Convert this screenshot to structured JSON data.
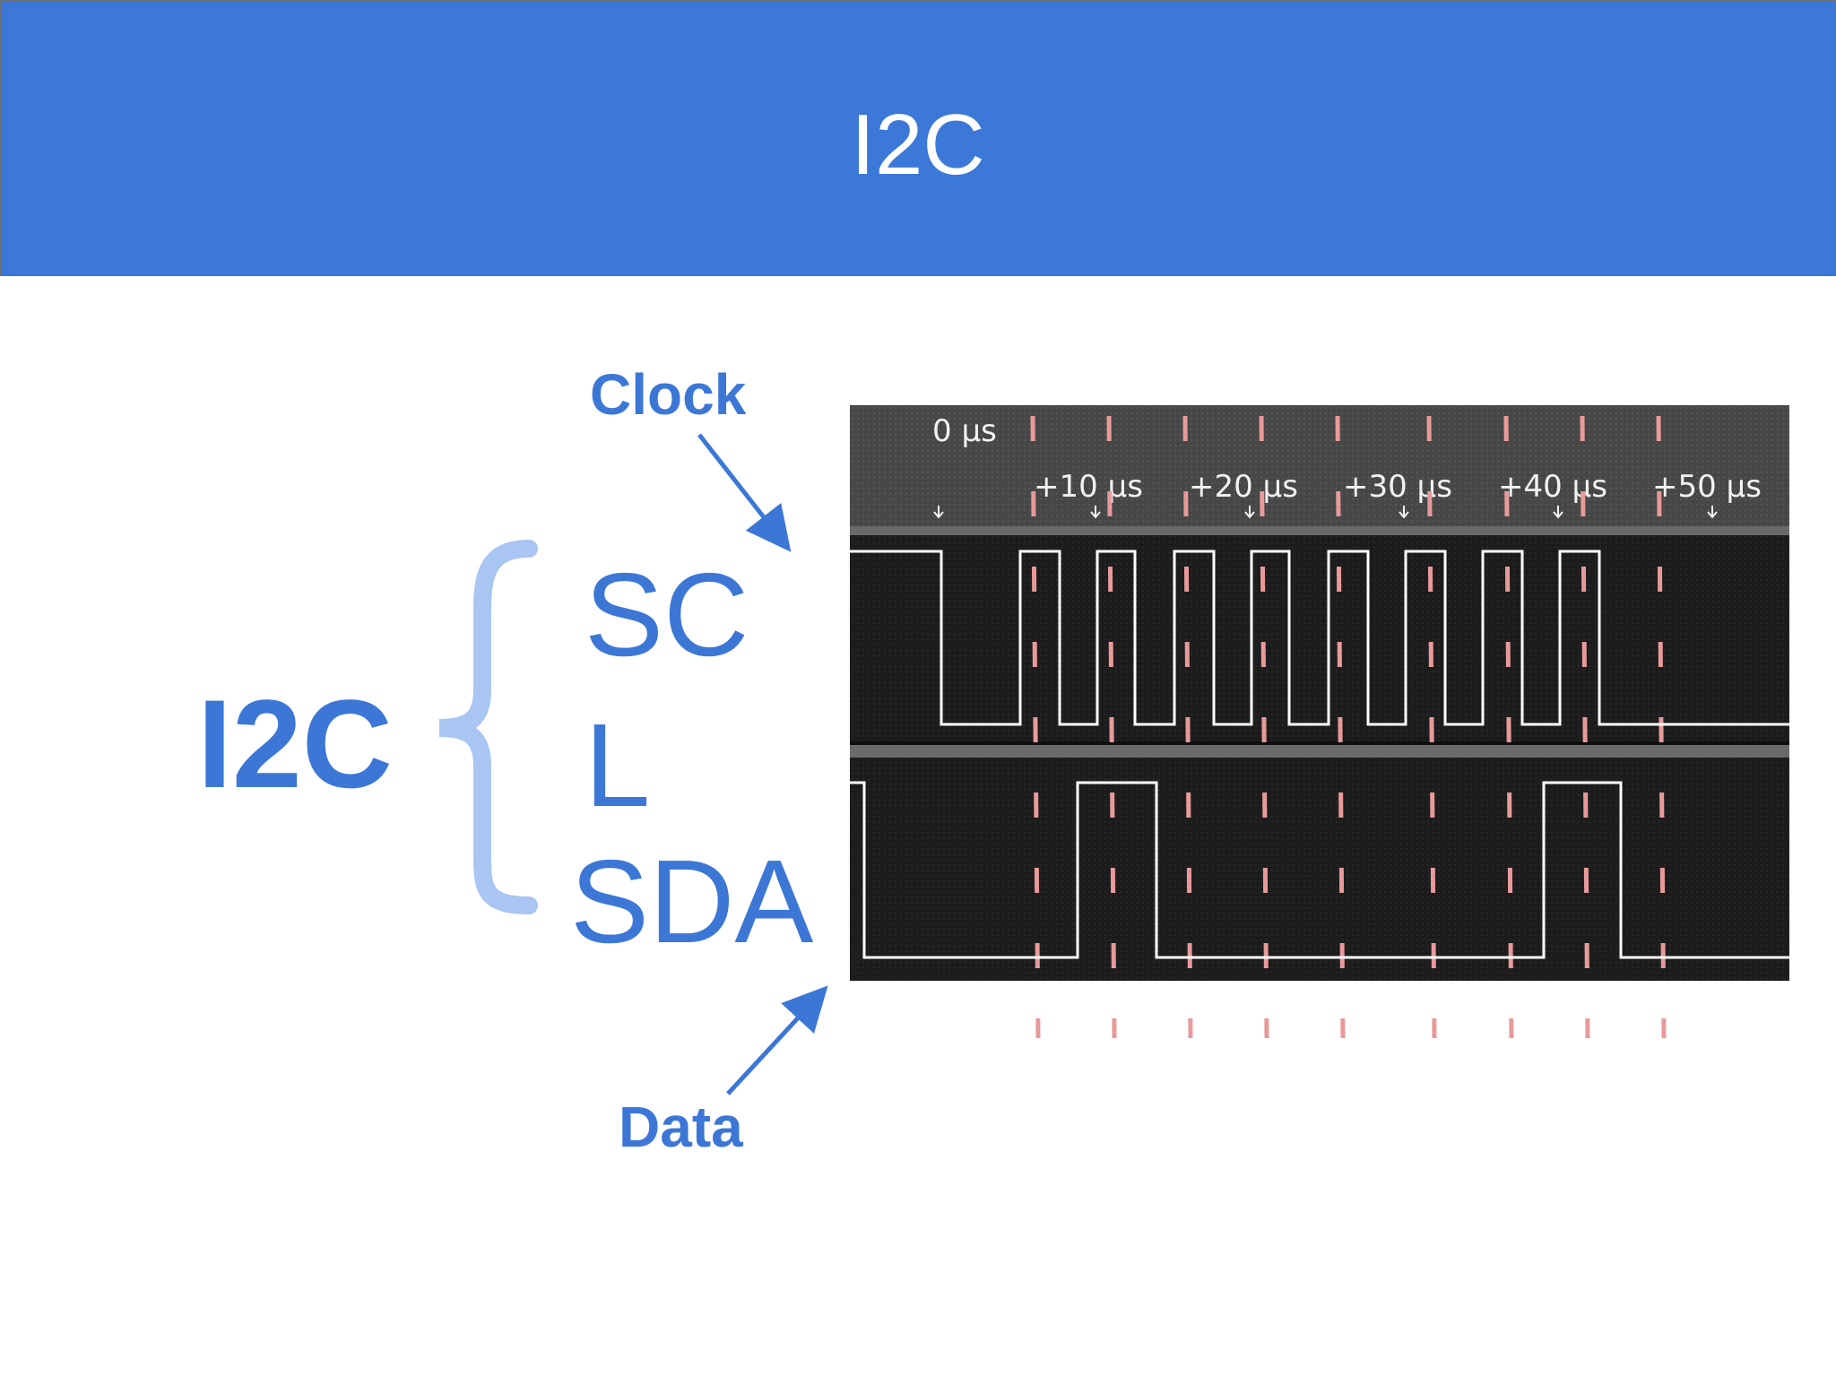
{
  "header": {
    "title": "I2C"
  },
  "diagram": {
    "bus_name": "I2C",
    "line_scl_part1": "SC",
    "line_scl_part2": "L",
    "line_sda": "SDA",
    "clock_label": "Clock",
    "data_label": "Data"
  },
  "scope": {
    "time_labels": [
      "0 µs",
      "+10 µs",
      "+20 µs",
      "+30 µs",
      "+40 µs",
      "+50 µs"
    ],
    "scl_pulse_count": 9,
    "sda_pattern": [
      "high",
      "low",
      "high",
      "low",
      "high",
      "low"
    ]
  },
  "colors": {
    "header_bg": "#3b78d8",
    "accent_text": "#3c77d6",
    "brace": "#a9c5f1",
    "scope_bg": "#1f1f1f",
    "marker": "#e89a9a",
    "trace": "#ffffff"
  }
}
